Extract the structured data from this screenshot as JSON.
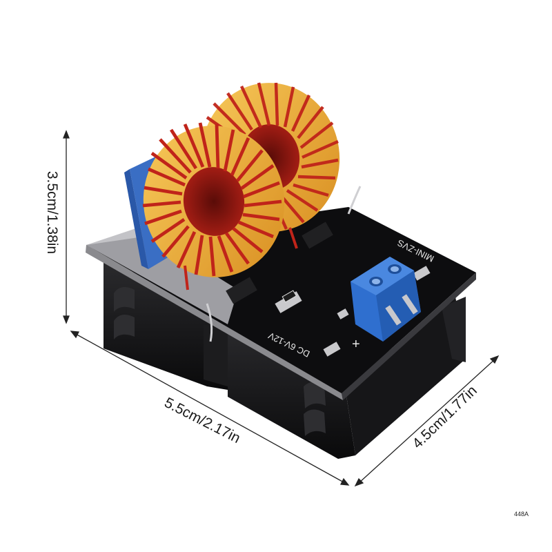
{
  "dimensions": {
    "height": "3.5cm/1.38in",
    "length": "5.5cm/2.17in",
    "width": "4.5cm/1.77in"
  },
  "board": {
    "model_text": "MINI-ZVS",
    "voltage_text": "DC 6V-12V",
    "plus_sign": "+"
  },
  "product_code": "448A",
  "colors": {
    "background": "#ffffff",
    "pcb": "#0d0d0f",
    "coil_wire": "#c0241a",
    "core": "#f0b23a",
    "terminal": "#2f6fcf",
    "capacitor": "#3a6ec4",
    "heatsink": "#111113"
  }
}
